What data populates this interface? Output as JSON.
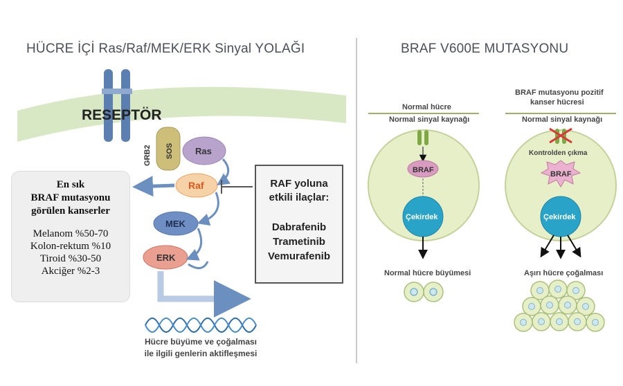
{
  "left_panel": {
    "title": "HÜCRE İÇİ Ras/Raf/MEK/ERK Sinyal YOLAĞI",
    "receptor_label": "RESEPTÖR",
    "nodes": {
      "grb2": "GRB2",
      "sos": "SOS",
      "ras": "Ras",
      "raf": "Raf",
      "mek": "MEK",
      "erk": "ERK"
    },
    "cancer_box": {
      "heading": [
        "En sık",
        "BRAF mutasyonu",
        "görülen kanserler"
      ],
      "items": [
        "Melanom %50-70",
        "Kolon-rektum %10",
        "Tiroid %30-50",
        "Akciğer %2-3"
      ]
    },
    "drug_box": {
      "heading": [
        "RAF yoluna",
        "etkili ilaçlar:"
      ],
      "drugs": [
        "Dabrafenib",
        "Trametinib",
        "Vemurafenib"
      ]
    },
    "caption": [
      "Hücre büyüme ve çoğalması",
      "ile ilgili genlerin aktifleşmesi"
    ]
  },
  "right_panel": {
    "title": "BRAF V600E MUTASYONU",
    "normal": {
      "header": "Normal hücre",
      "signal": "Normal sinyal kaynağı",
      "braf": "BRAF",
      "nucleus": "Çekirdek",
      "outcome": "Normal hücre büyümesi"
    },
    "mutant": {
      "header": [
        "BRAF mutasyonu pozitif",
        "kanser hücresi"
      ],
      "signal": "Normal sinyal kaynağı",
      "control_loss": "Kontrolden çıkma",
      "braf": "BRAF",
      "nucleus": "Çekirdek",
      "outcome": "Aşırı hücre çoğalması"
    }
  },
  "colors": {
    "membrane": "#d9e8c4",
    "receptor": "#5b7fb0",
    "sos": "#cdbf7a",
    "ras": "#b7a3cc",
    "raf": "#f0a15c",
    "mek": "#6f8fc4",
    "erk": "#e27d6c",
    "arrow": "#6b8fbe",
    "cell": "#e6efc8",
    "nucleus": "#2aa3c9",
    "braf": "#d99bc0",
    "inhibit": "#d83a3a"
  }
}
